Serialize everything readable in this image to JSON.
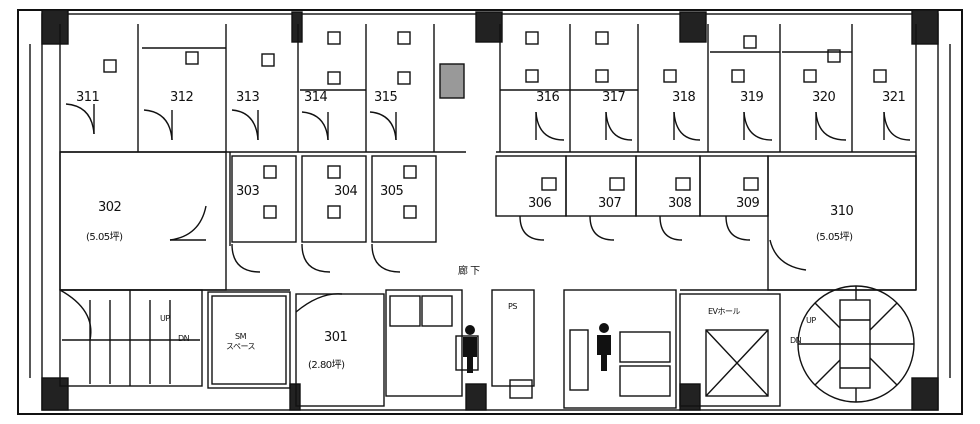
{
  "rooms": {
    "r311": "311",
    "r312": "312",
    "r313": "313",
    "r314": "314",
    "r315": "315",
    "r316": "316",
    "r317": "317",
    "r318": "318",
    "r319": "319",
    "r320": "320",
    "r321": "321",
    "r302": "302",
    "r302_area": "(5.05坪)",
    "r303": "303",
    "r304": "304",
    "r305": "305",
    "r306": "306",
    "r307": "307",
    "r308": "308",
    "r309": "309",
    "r310": "310",
    "r310_area": "(5.05坪)",
    "r301": "301",
    "r301_area": "(2.80坪)"
  },
  "labels": {
    "corridor": "廊 下",
    "ev_hall": "EVホール",
    "shared_space": "SM\nスペース",
    "ps": "PS",
    "up_left": "UP",
    "dn_left": "DN",
    "up_right": "UP",
    "dn_right": "DN"
  }
}
